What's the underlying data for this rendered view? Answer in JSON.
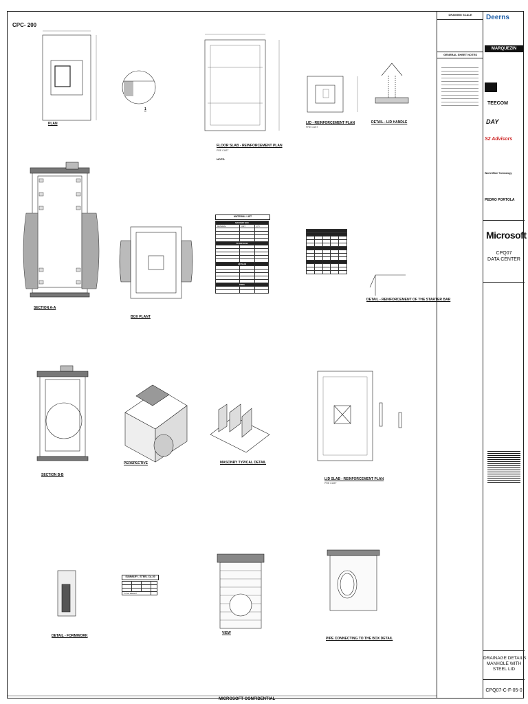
{
  "sheet_ref": "CPC- 200",
  "footer": "MICROSOFT CONFIDENTIAL",
  "drawings": {
    "plan": "PLAN",
    "detail_1": "1",
    "floor_slab": "FLOOR SLAB - REINFORCEMENT PLAN",
    "floor_slab_sub": "PRE CAST",
    "floor_note_label": "NOTE:",
    "lid_reinf": "LID - REINFORCEMENT PLAN",
    "lid_reinf_sub": "PRE CAST",
    "detail_lid_handle": "DETAIL - LID HANDLE",
    "section_aa": "SECTION A-A",
    "box_plant": "BOX PLANT",
    "material_list": "MATERIAL LIST",
    "detail_starter_bar": "DETAIL - REINFORCEMENT OF THE STARTER BAR",
    "section_bb": "SECTION B-B",
    "perspective": "PERSPECTIVE",
    "masonry": "MASONRY TYPICAL DETAIL",
    "lid_slab": "LID SLAB - REINFORCEMENT PLAN",
    "lid_slab_sub": "PRE CAST",
    "detail_formwork": "DETAIL - FORMWORK",
    "summary_steel": "SUMMARY - STEEL CA-50",
    "view": "VIEW",
    "pipe_box": "PIPE CONNECTING TO THE BOX DETAIL"
  },
  "title_block": {
    "drawing_scale": "DRAWING SCALE",
    "general_notes": "GENERAL SHEET NOTES"
  },
  "consultants": [
    "Deerns",
    "MARQUEZIN",
    "TEECOM",
    "DAY",
    "S2 Advisors",
    "World Wide Technology",
    "PEDRO PORTOLA"
  ],
  "project": {
    "client": "Microsoft",
    "name": "CPQ07\nDATA CENTER",
    "name_line1": "CPQ07",
    "name_line2": "DATA CENTER",
    "sheet_title_1": "DRAINAGE DETAILS",
    "sheet_title_2": "MANHOLE WITH",
    "sheet_title_3": "STEEL LID",
    "sheet_number": "CPQ07-C-F-05-0"
  },
  "materials_table": {
    "columns": [
      "MATERIAL",
      "UNIT",
      "QTY"
    ],
    "groups": [
      "MASONRY BOX",
      "FLOOR SLAB",
      "LID SLAB",
      "PIPES"
    ]
  },
  "steel_summary": {
    "columns": [
      "",
      "",
      "",
      ""
    ],
    "total_label": "TOTAL WEIGHT"
  },
  "colors": {
    "line": "#222222",
    "hatch": "#888888",
    "deerns_blue": "#1f5fa8",
    "s2_red": "#cc1f1f"
  }
}
